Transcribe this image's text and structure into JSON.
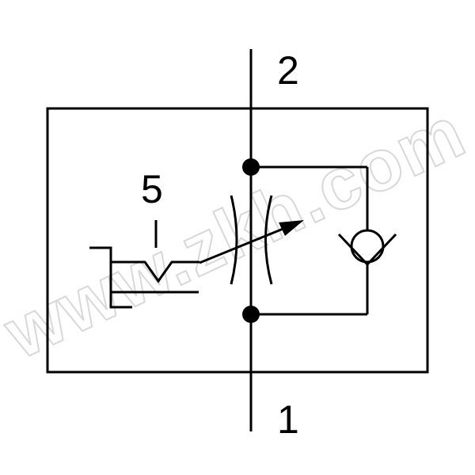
{
  "diagram": {
    "ports": {
      "top": "2",
      "bottom": "1",
      "pilot": "5"
    },
    "watermark": "www.zkh.com",
    "colors": {
      "line": "#000000",
      "watermark": "#d8d8d8",
      "background": "#ffffff"
    }
  }
}
